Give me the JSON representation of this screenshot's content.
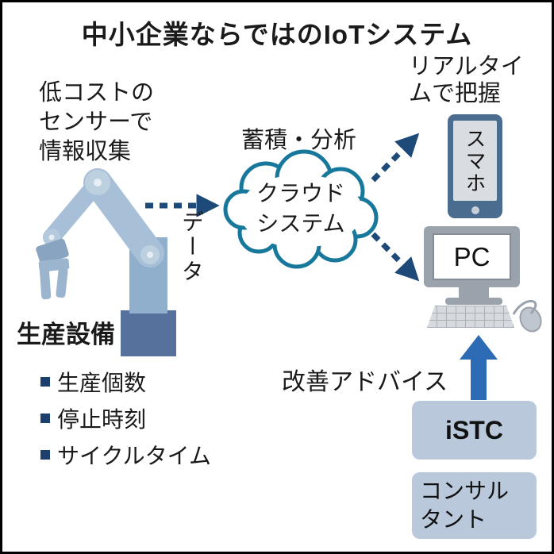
{
  "title": "中小企業ならではのIoTシステム",
  "left": {
    "sensor_note": "低コストの\nセンサーで\n情報収集",
    "equipment_label": "生産設備",
    "metrics": [
      "生産個数",
      "停止時刻",
      "サイクルタイム"
    ]
  },
  "center": {
    "process_label": "蓄積・分析",
    "cloud_label": "クラウド\nシステム",
    "data_label": "データ"
  },
  "right": {
    "realtime_note": "リアルタイ\nムで把握",
    "phone_label": "スマホ",
    "pc_label": "PC",
    "advice_label": "改善アドバイス",
    "istc_label": "iSTC",
    "consultant_label": "コンサル\nタント"
  },
  "icons": {
    "robot_arm": "robot-arm-icon",
    "cloud": "cloud-shape-icon",
    "smartphone": "smartphone-icon",
    "desktop_pc": "desktop-pc-icon",
    "mouse": "mouse-icon",
    "dashed_arrow": "dashed-arrow-icon",
    "up_arrow": "up-arrow-icon",
    "bullet": "square-bullet-icon"
  },
  "colors": {
    "cloud_outline": "#17789b",
    "dashed_arrow": "#1d4a78",
    "up_arrow": "#2d6cb5",
    "box_bg": "#b9c8da",
    "phone_body": "#4a6c8e",
    "phone_screen": "#d9dde1",
    "robot_light": "#a7c0d8",
    "robot_base": "#56719b",
    "pc_gray": "#9aa2ac",
    "bullet": "#1d3f6e",
    "text": "#1a1a1a"
  }
}
